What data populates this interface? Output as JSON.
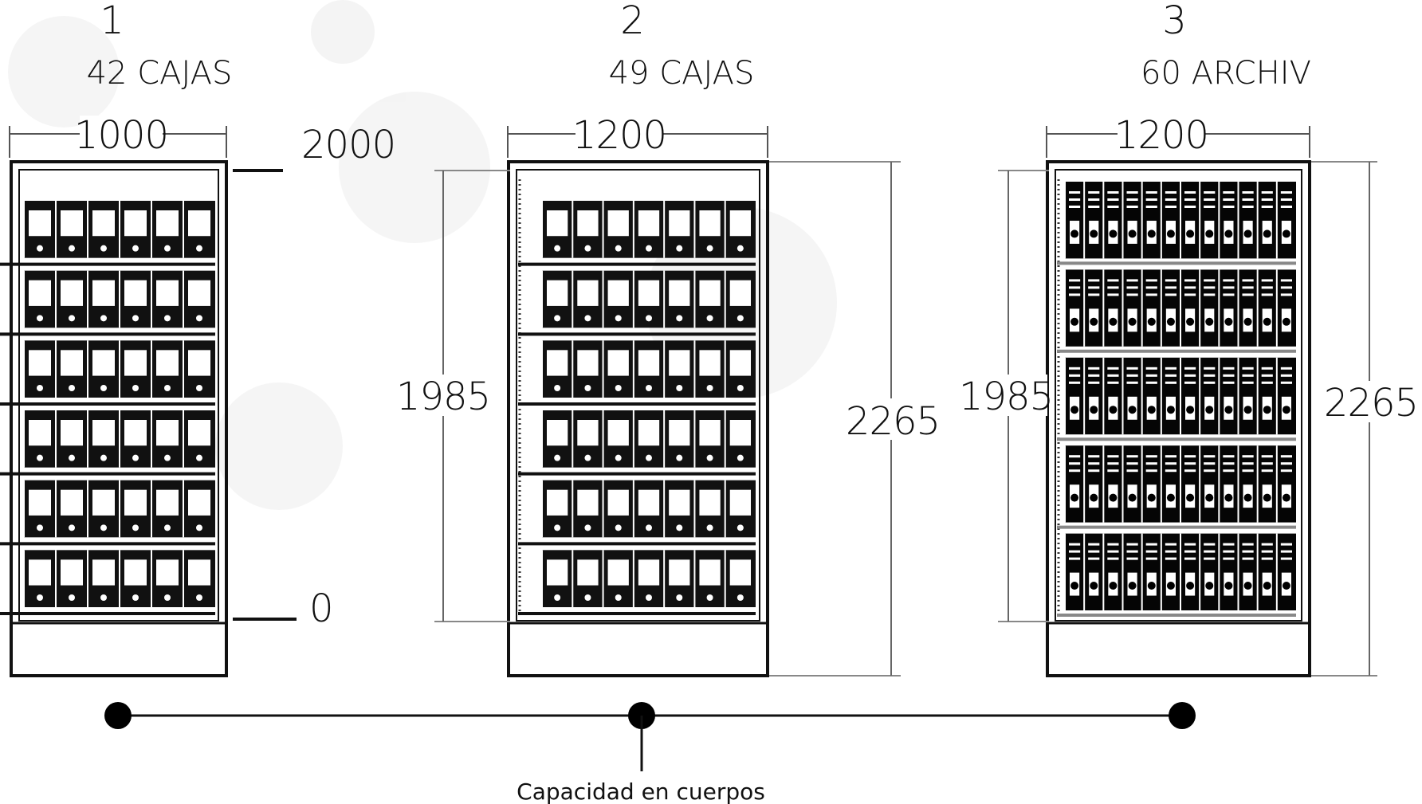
{
  "units": [
    {
      "number": "1",
      "capacity": "42 CAJAS",
      "width": "1000",
      "style": "boxes",
      "shelves": 6,
      "items_per_shelf": 6
    },
    {
      "number": "2",
      "capacity": "49 CAJAS",
      "width": "1200",
      "style": "boxes",
      "shelves": 6,
      "items_per_shelf": 7,
      "inner_height": "1985",
      "outer_height": "2265"
    },
    {
      "number": "3",
      "capacity": "60 ARCHIV",
      "width": "1200",
      "style": "binders",
      "shelves": 5,
      "items_per_shelf": 12,
      "inner_height": "1985",
      "outer_height": "2265"
    }
  ],
  "scale": {
    "top_label": "2000",
    "bottom_label": "0"
  },
  "caption": "Capacidad en cuerpos"
}
